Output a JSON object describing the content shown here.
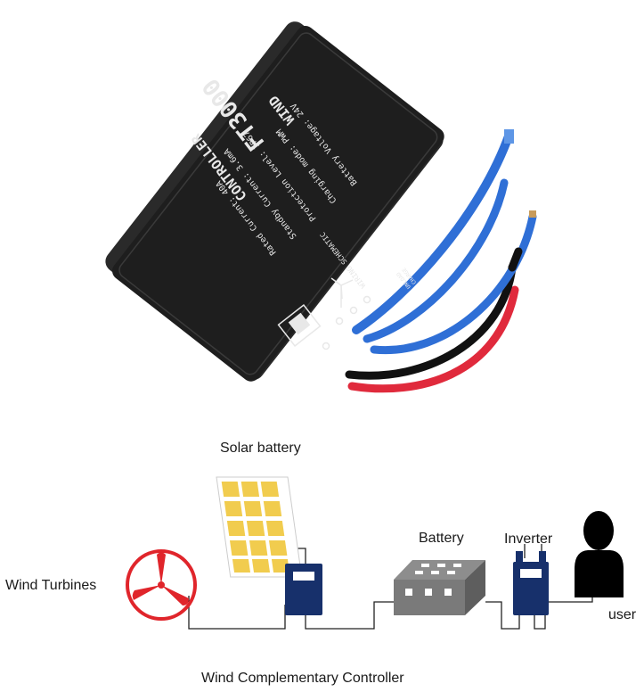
{
  "controller_device": {
    "model": "FT3000",
    "title_line1": "WIND",
    "title_line2": "CONTROLLER",
    "specs": [
      "Battery Voltage: 24V",
      "Charging mode: PWM",
      "Protection Level: IP67",
      "Standby Current: 3.6mA",
      "Rated Current: 40A"
    ],
    "wiring_label": "WIRING SCHEMATIC",
    "side_label": "UNLOAD\nCHARGE",
    "body_color": "#1e1e1e",
    "wire_colors": {
      "blue": "#2f6fd6",
      "red": "#e02a3c",
      "black": "#111111"
    }
  },
  "diagram": {
    "labels": {
      "solar": "Solar battery",
      "wind": "Wind Turbines",
      "battery": "Battery",
      "inverter": "Inverter",
      "user": "user",
      "controller": "Wind Complementary Controller"
    },
    "icons": [
      "wind-turbine-icon",
      "solar-panel-icon",
      "controller-icon",
      "battery-icon",
      "inverter-icon",
      "user-icon"
    ],
    "colors": {
      "turbine": "#e0252b",
      "panel": "#f1cc4e",
      "controller": "#17306b",
      "battery": "#7a7a7a",
      "user": "#000000",
      "wire": "#222222"
    }
  }
}
